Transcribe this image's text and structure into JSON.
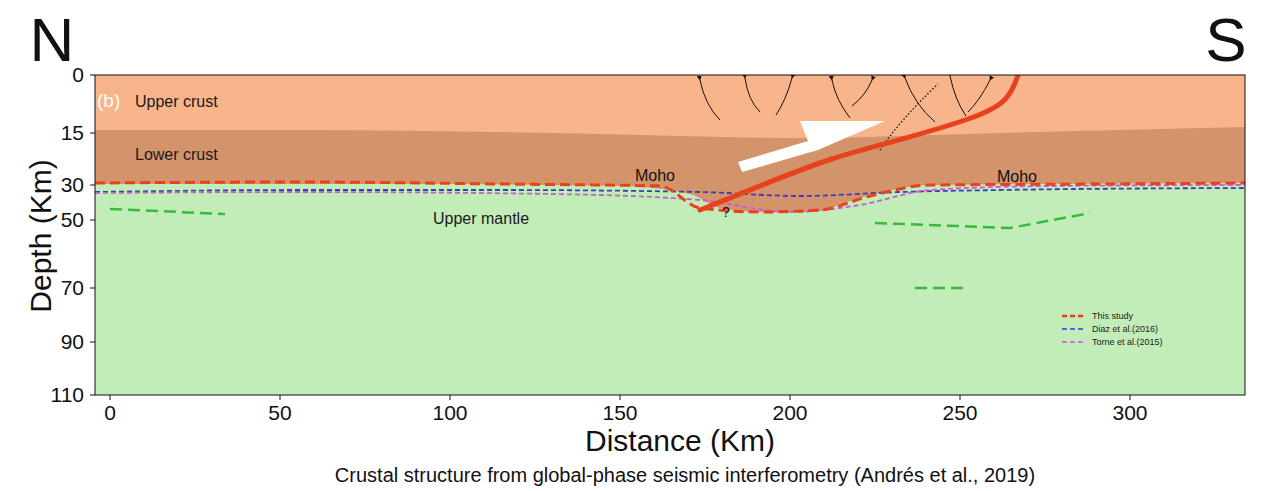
{
  "diagram": {
    "caption": "Crustal structure from global-phase seismic interferometry (Andrés et al., 2019)",
    "nodes": [
      {
        "text": [
          "Upper crust"
        ]
      },
      {
        "text": [
          "Lower crust"
        ]
      },
      {
        "text": [
          "Upper mantle"
        ]
      }
    ],
    "labels": [
      "N",
      "S",
      "(b)",
      "Moho",
      "Moho",
      "?",
      "0",
      "15",
      "30",
      "50",
      "70",
      "90",
      "110",
      "0",
      "50",
      "100",
      "150",
      "200",
      "250",
      "300",
      "Depth (Km)",
      "Distance (Km)"
    ],
    "legend": [
      {
        "text": "This study"
      },
      {
        "text": "Diaz et al.(2016)"
      },
      {
        "text": "Torne et al.(2015)"
      }
    ]
  }
}
